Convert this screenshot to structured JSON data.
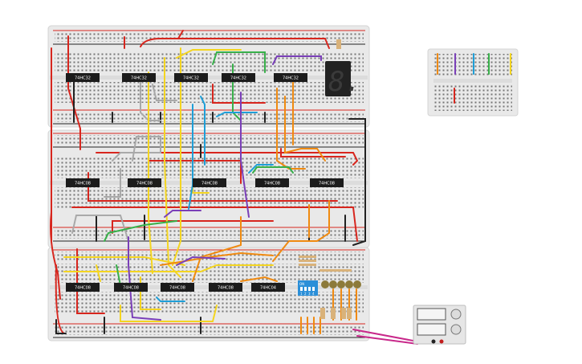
{
  "chips": {
    "top": [
      "74HC32",
      "74HC32",
      "74HC32",
      "74HC32",
      "74HC32"
    ],
    "middle": [
      "74HC08",
      "74HC08",
      "74HC08",
      "74HC08",
      "74HC08"
    ],
    "bottom": [
      "74HC08",
      "74HC08",
      "74HC08",
      "74HC08",
      "74HC04"
    ]
  },
  "seven_segment": {
    "digit": "8."
  },
  "dip_switch": {
    "on_label": "ON",
    "numbers": [
      "1",
      "2",
      "3",
      "4"
    ]
  },
  "colors": {
    "board": "#e9e9e9",
    "chip": "#1c1c1c",
    "wire_red": "#d7261e",
    "wire_black": "#222222",
    "wire_yellow": "#f4d520",
    "wire_orange": "#f08a10",
    "wire_green": "#38b04a",
    "wire_blue": "#1e9fd8",
    "wire_purple": "#7a3fb8",
    "wire_gray": "#a9a9a9",
    "wire_magenta": "#c8288a",
    "dip_blue": "#2b8fd8",
    "resistor": "#d9b27a"
  }
}
